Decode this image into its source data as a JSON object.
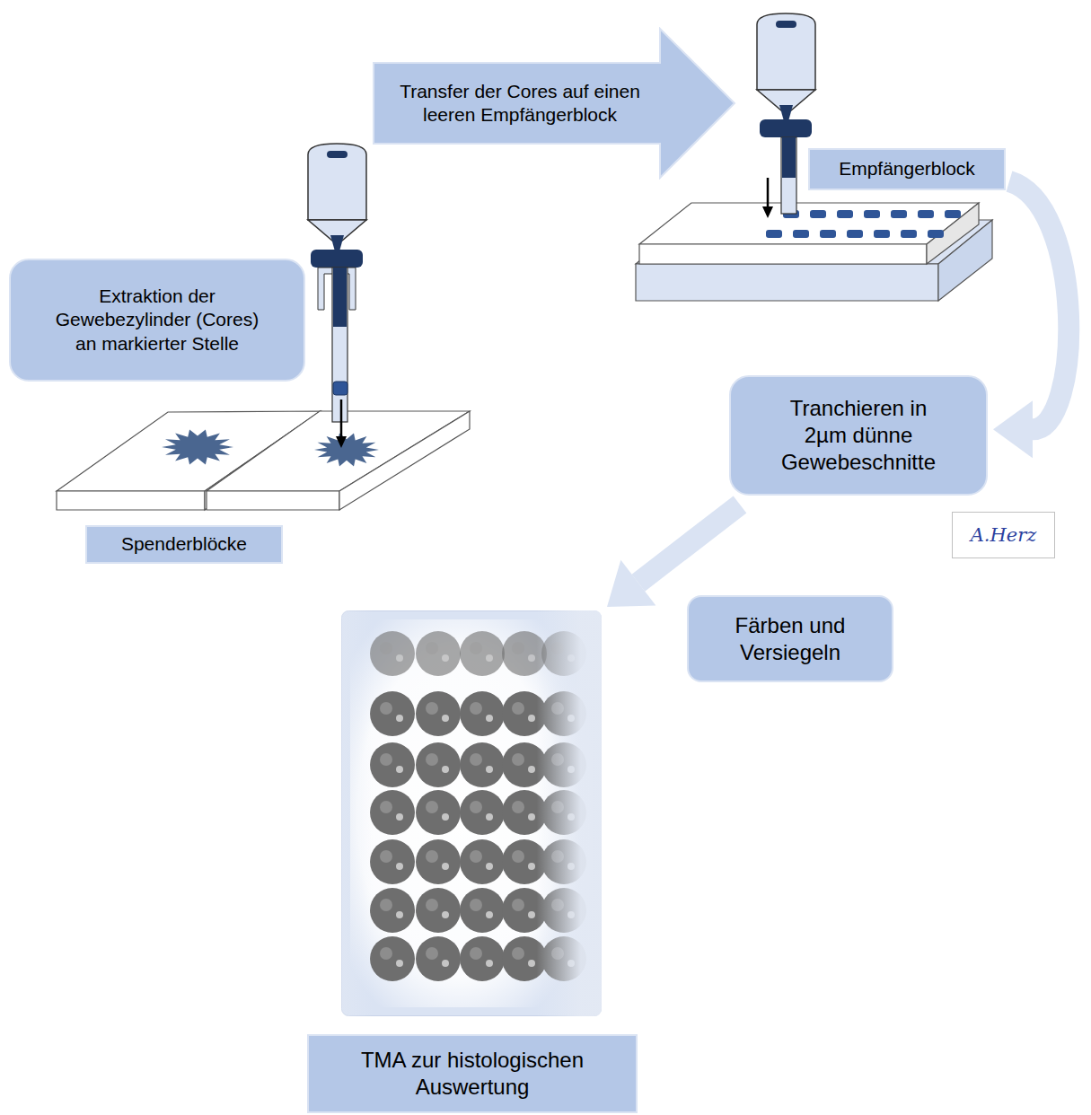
{
  "diagram": {
    "nodes": [
      {
        "text": [
          "Transfer der Cores auf einen leeren Empfängerblock"
        ]
      },
      {
        "text": [
          "Empfängerblock"
        ]
      },
      {
        "text": [
          "Extraktion der Gewebezylinder (Cores) an markierter Stelle"
        ]
      },
      {
        "text": [
          "Tranchieren in 2µm dünne Gewebeschnitte"
        ]
      },
      {
        "text": [
          "Spenderblöcke"
        ]
      },
      {
        "text": [
          "Färben und Versiegeln"
        ]
      },
      {
        "text": [
          "TMA zur histologischen Auswertung"
        ]
      }
    ],
    "edges": [
      {
        "from": 1,
        "to": 3,
        "arrow": "to"
      },
      {
        "from": 3,
        "to": 6,
        "arrow": "to"
      }
    ],
    "labels": [
      "A.Herz"
    ]
  }
}
